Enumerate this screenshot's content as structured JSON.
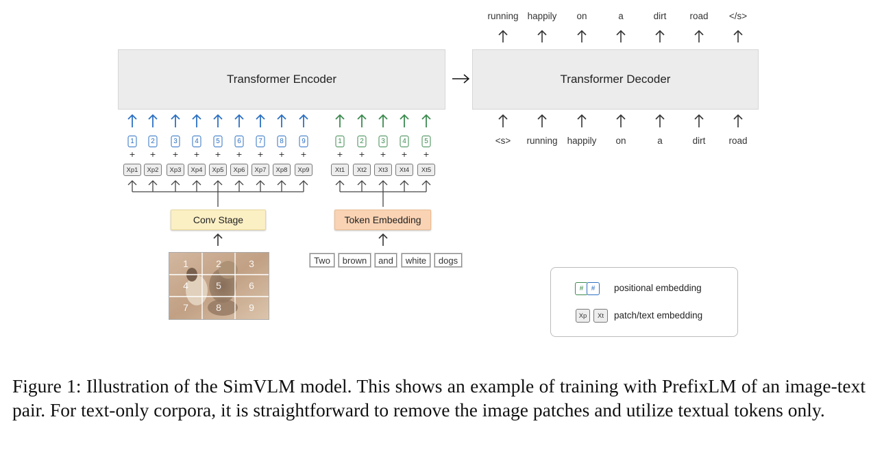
{
  "encoder": {
    "label": "Transformer Encoder"
  },
  "decoder": {
    "label": "Transformer Decoder"
  },
  "conv_stage": {
    "label": "Conv Stage"
  },
  "token_embedding": {
    "label": "Token Embedding"
  },
  "decoder_outputs": [
    "running",
    "happily",
    "on",
    "a",
    "dirt",
    "road",
    "</s>"
  ],
  "decoder_inputs": [
    "<s>",
    "running",
    "happily",
    "on",
    "a",
    "dirt",
    "road"
  ],
  "image_positions": [
    "1",
    "2",
    "3",
    "4",
    "5",
    "6",
    "7",
    "8",
    "9"
  ],
  "text_positions": [
    "1",
    "2",
    "3",
    "4",
    "5"
  ],
  "patch_embeddings": [
    "Xp1",
    "Xp2",
    "Xp3",
    "Xp4",
    "Xp5",
    "Xp6",
    "Xp7",
    "Xp8",
    "Xp9"
  ],
  "text_embeddings": [
    "Xt1",
    "Xt2",
    "Xt3",
    "Xt4",
    "Xt5"
  ],
  "image_cells": [
    "1",
    "2",
    "3",
    "4",
    "5",
    "6",
    "7",
    "8",
    "9"
  ],
  "input_words": [
    "Two",
    "brown",
    "and",
    "white",
    "dogs"
  ],
  "legend": {
    "pos_green": "#",
    "pos_blue": "#",
    "positional_label": "positional embedding",
    "patch_box": "Xp",
    "text_box": "Xt",
    "embedding_label": "patch/text embedding"
  },
  "caption": "Figure 1: Illustration of the SimVLM model.  This shows an example of training with PrefixLM of an image-text pair. For text-only corpora, it is straightforward to remove the image patches and utilize textual tokens only.",
  "colors": {
    "blue": "#2b6fc2",
    "green": "#3b8a4e",
    "conv_stage": "#fbefc4",
    "token_embedding": "#f9d3b4",
    "transformer": "#ececec"
  }
}
